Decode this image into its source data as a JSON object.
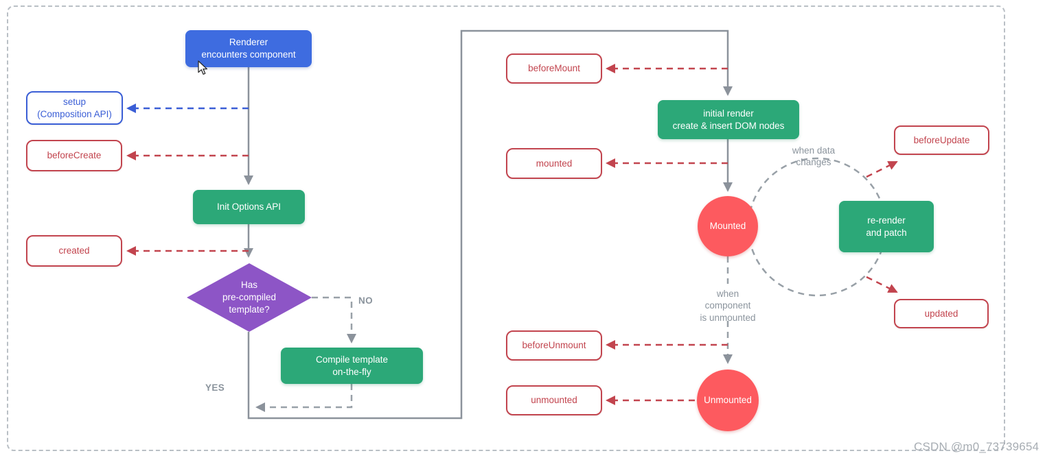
{
  "diagram": {
    "nodes": {
      "renderer": "Renderer\nencounters component",
      "setup": "setup\n(Composition API)",
      "before_create": "beforeCreate",
      "init_options_api": "Init Options API",
      "created": "created",
      "has_precompiled_template": "Has\npre-compiled\ntemplate?",
      "compile_template": "Compile template\non-the-fly",
      "before_mount": "beforeMount",
      "initial_render": "initial render\ncreate & insert DOM nodes",
      "mounted_hook": "mounted",
      "mounted_state": "Mounted",
      "before_update": "beforeUpdate",
      "re_render": "re-render\nand patch",
      "updated": "updated",
      "before_unmount": "beforeUnmount",
      "unmounted_state": "Unmounted",
      "unmounted_hook": "unmounted"
    },
    "labels": {
      "no": "NO",
      "yes": "YES",
      "when_data_changes": "when data\nchanges",
      "when_component_unmounted": "when\ncomponent\nis unmounted"
    },
    "watermark": "CSDN @m0_73739654",
    "colors": {
      "blue_solid": "#3e6ce0",
      "blue_outline": "#3a5ed6",
      "green": "#2ca878",
      "purple": "#8d55c6",
      "red_circle": "#fd5a5f",
      "red_outline": "#c2444e",
      "gray_line": "#8b929b",
      "gray_text": "#8b949d"
    }
  }
}
